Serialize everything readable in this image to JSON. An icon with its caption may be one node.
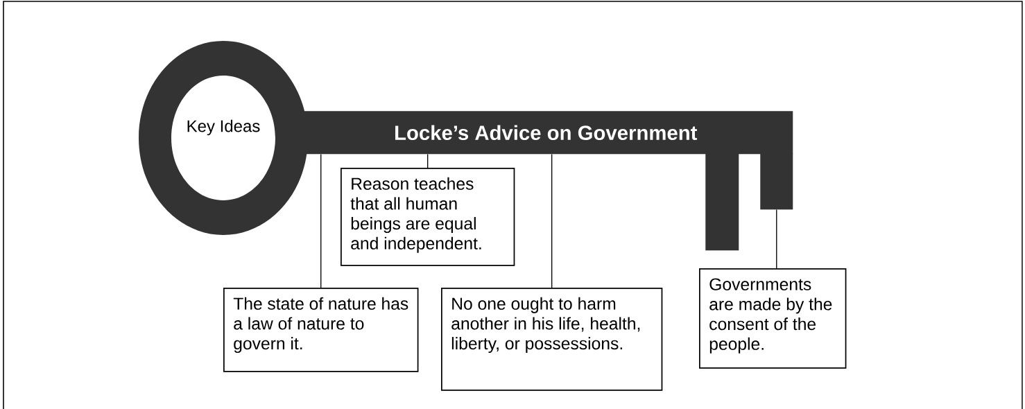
{
  "diagram": {
    "nodes": [
      {
        "text": [
          "Key Ideas"
        ]
      },
      {
        "text": [
          "Locke’s Advice on Government"
        ]
      },
      {
        "text": [],
        "shape": "bar"
      },
      {
        "text": [],
        "shape": "bar"
      },
      {
        "text": [
          "Reason teaches that all human beings are equal and independent."
        ]
      },
      {
        "text": [
          "The state of nature has a law of nature to govern it."
        ]
      },
      {
        "text": [
          "No one ought to harm another in his life, health, liberty, or possessions."
        ]
      },
      {
        "text": [
          "Governments are made by the consent of the people."
        ]
      }
    ],
    "edges": [
      {
        "from": 1,
        "to": 4,
        "arrow": "none"
      },
      {
        "from": 1,
        "to": 5,
        "arrow": "none"
      },
      {
        "from": 1,
        "to": 6,
        "arrow": "none"
      },
      {
        "from": 3,
        "to": 7,
        "arrow": "none"
      }
    ]
  }
}
